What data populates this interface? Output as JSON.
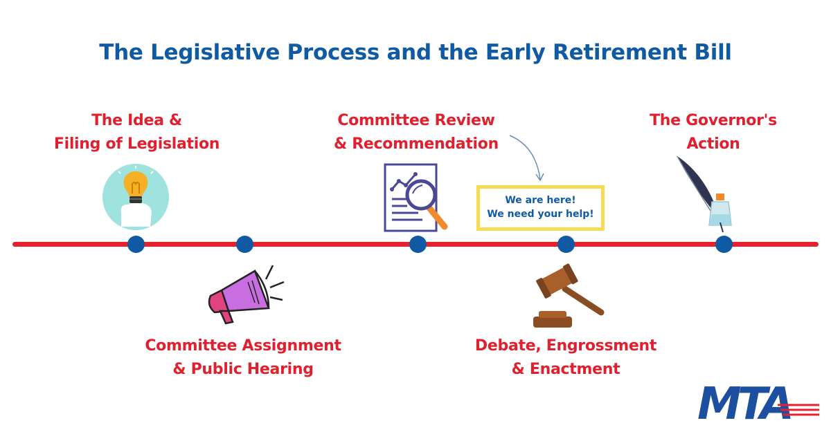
{
  "title": "The Legislative Process and the Early Retirement Bill",
  "stages": [
    {
      "line1": "The Idea &",
      "line2": "Filing of Legislation",
      "icon": "lightbulb-icon"
    },
    {
      "line1": "Committee Assignment",
      "line2": "& Public Hearing",
      "icon": "megaphone-icon"
    },
    {
      "line1": "Committee Review",
      "line2": "& Recommendation",
      "icon": "document-magnifier-icon"
    },
    {
      "line1": "Debate, Engrossment",
      "line2": "& Enactment",
      "icon": "gavel-icon"
    },
    {
      "line1": "The Governor's",
      "line2": "Action",
      "icon": "quill-inkwell-icon"
    }
  ],
  "callout": {
    "line1": "We are here!",
    "line2": "We need your help!"
  },
  "logo": {
    "text": "MTA"
  },
  "colors": {
    "title": "#0f5aa3",
    "stage_label": "#e0202e",
    "timeline": "#e8202e",
    "node": "#0f5aa3",
    "callout_border": "#f6dc55"
  }
}
